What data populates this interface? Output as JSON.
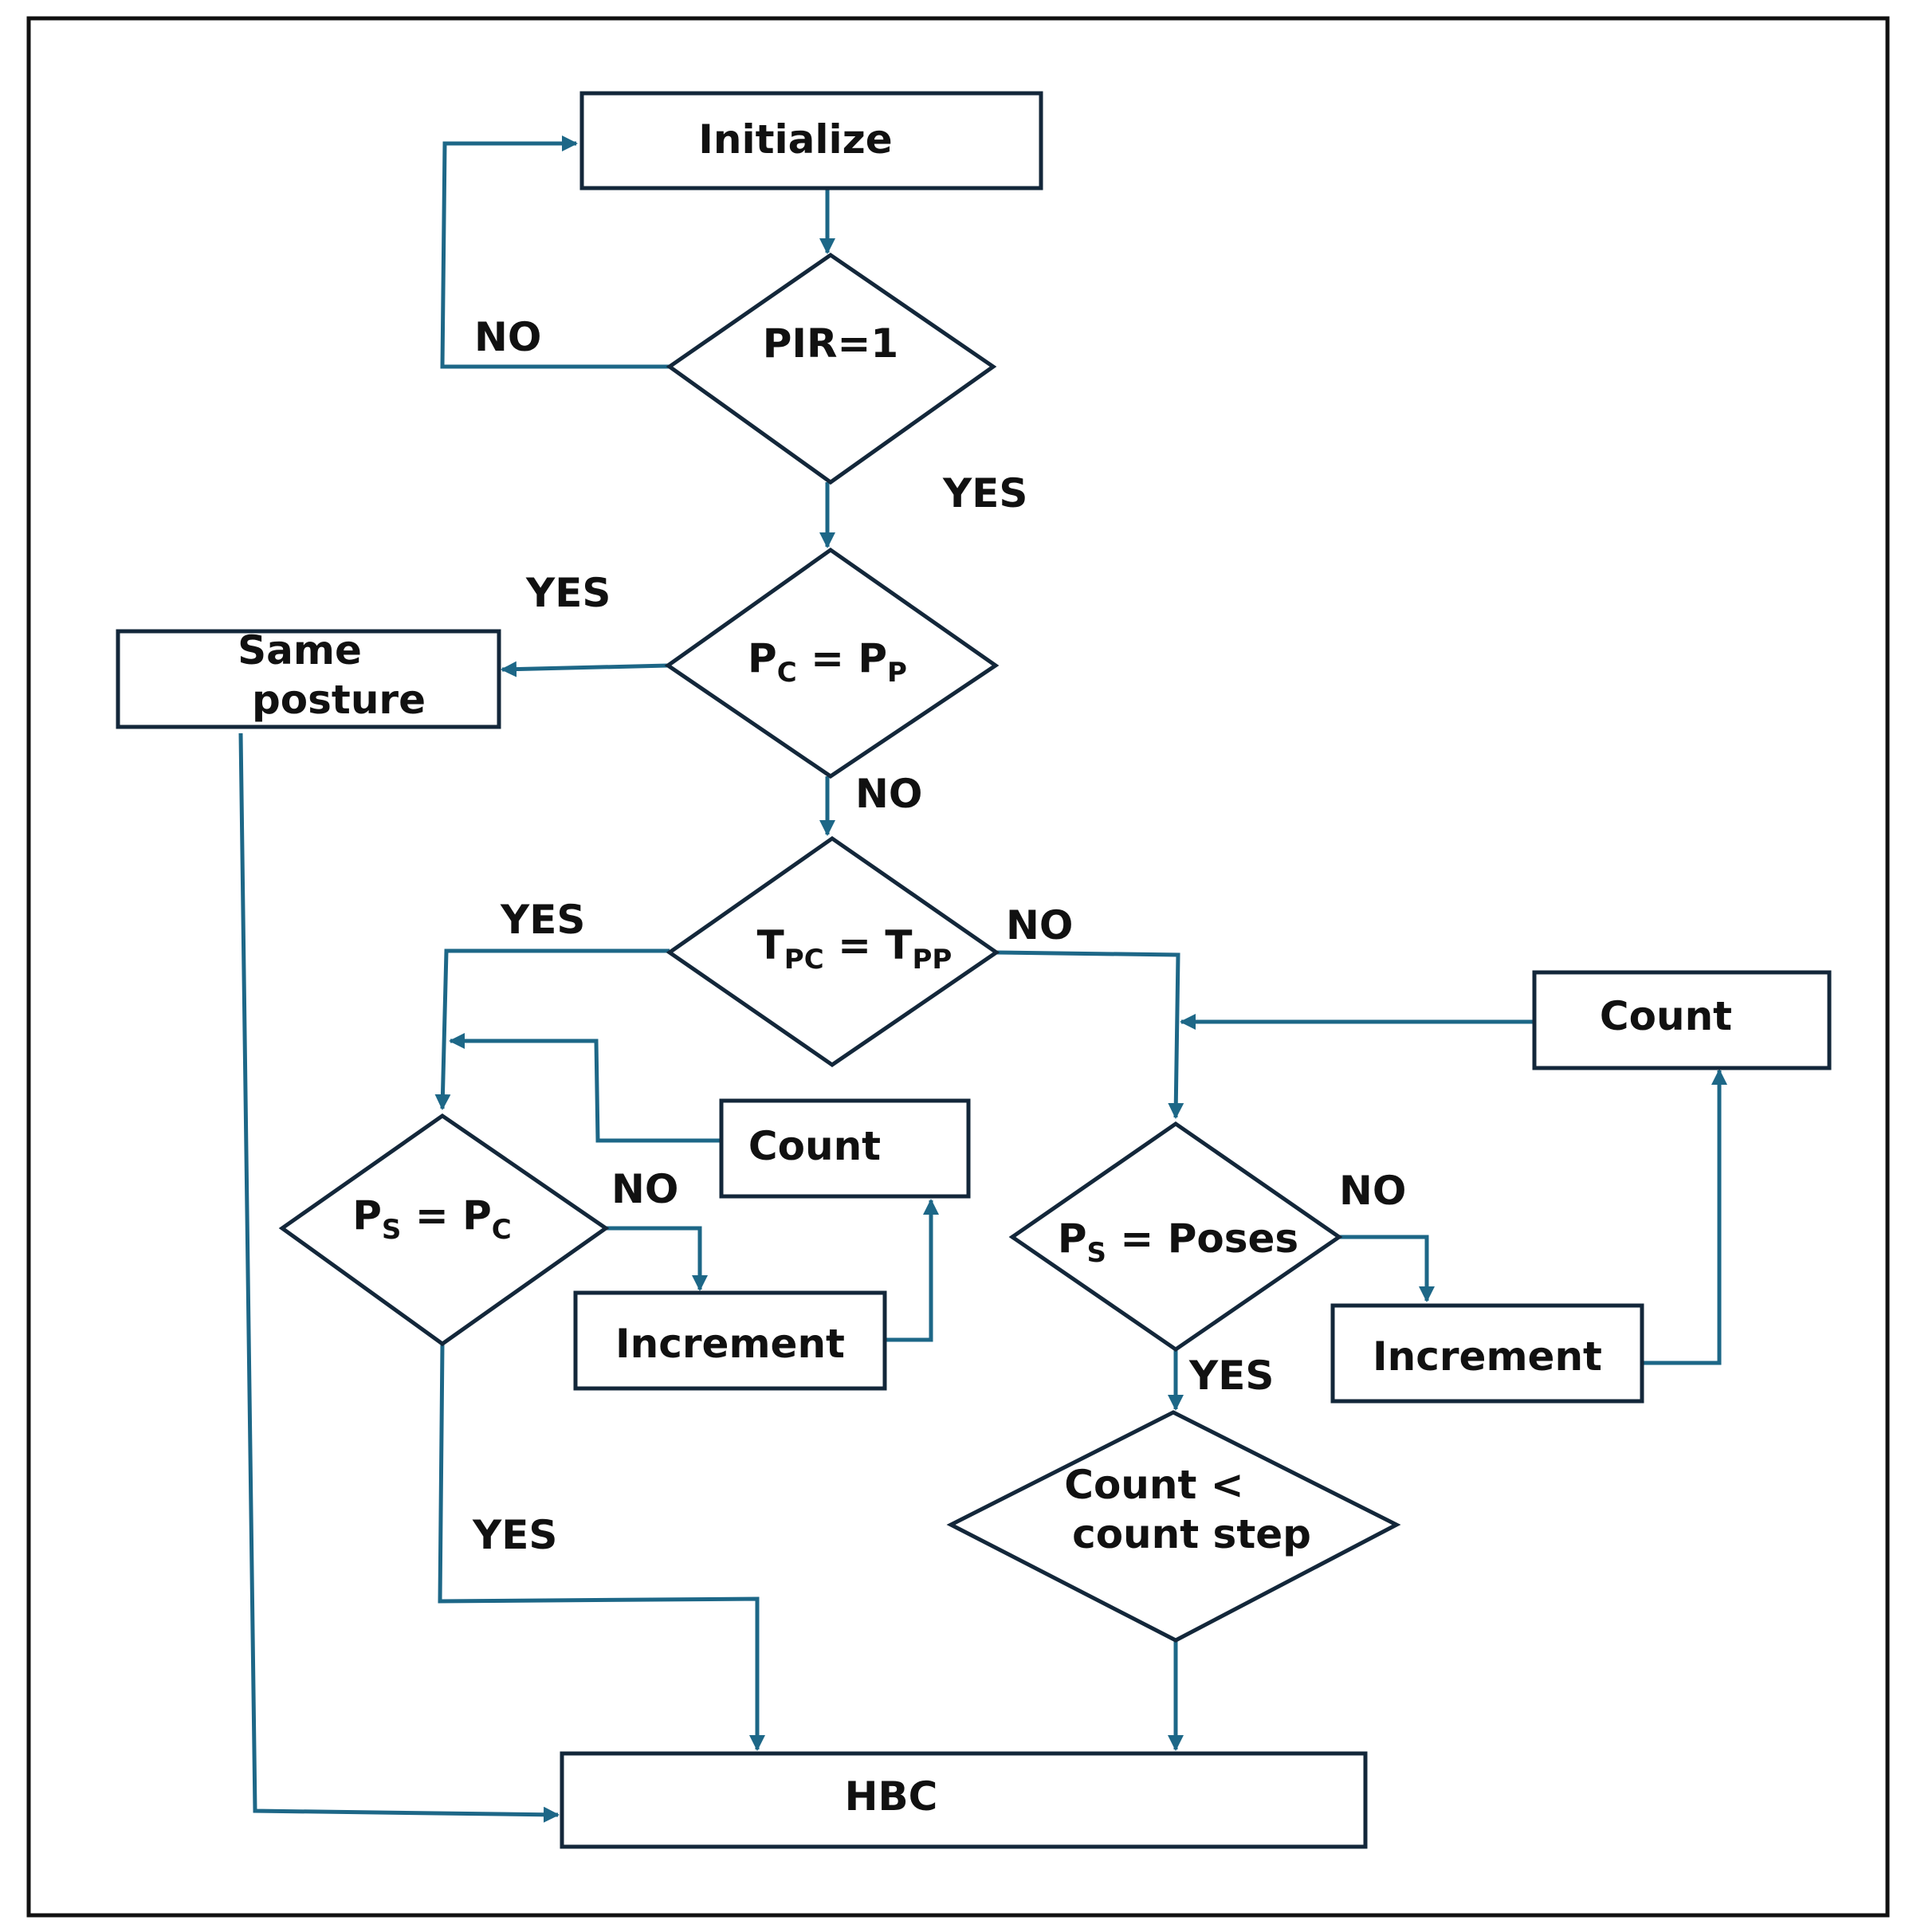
{
  "nodes": {
    "initialize": {
      "label": "Initialize"
    },
    "pir": {
      "label": "PIR=1"
    },
    "pc_pp": {
      "p1": "P",
      "s1": "C",
      "eq": " = ",
      "p2": "P",
      "s2": "P"
    },
    "same_posture": {
      "line1": "Same",
      "line2": "posture"
    },
    "tpc_tpp": {
      "p1": "T",
      "s1": "PC",
      "eq": " = ",
      "p2": "T",
      "s2": "PP"
    },
    "ps_pc": {
      "p1": "P",
      "s1": "S",
      "eq": " = ",
      "p2": "P",
      "s2": "C"
    },
    "count_left": {
      "label": "Count"
    },
    "increment_left": {
      "label": "Increment"
    },
    "ps_poses": {
      "p1": "P",
      "s1": "S",
      "eq": " = Poses"
    },
    "count_right": {
      "label": "Count"
    },
    "increment_right": {
      "label": "Increment"
    },
    "count_step": {
      "line1": "Count <",
      "line2": "count step"
    },
    "hbc": {
      "label": "HBC"
    }
  },
  "edge_labels": {
    "pir_no": "NO",
    "pir_yes": "YES",
    "pc_yes": "YES",
    "pc_no": "NO",
    "tpc_yes": "YES",
    "tpc_no": "NO",
    "ps_pc_no": "NO",
    "ps_pc_yes": "YES",
    "ps_poses_no": "NO",
    "ps_poses_yes": "YES"
  },
  "colors": {
    "node_border": "#13273a",
    "edge": "#1d6787",
    "frame": "#111111"
  }
}
